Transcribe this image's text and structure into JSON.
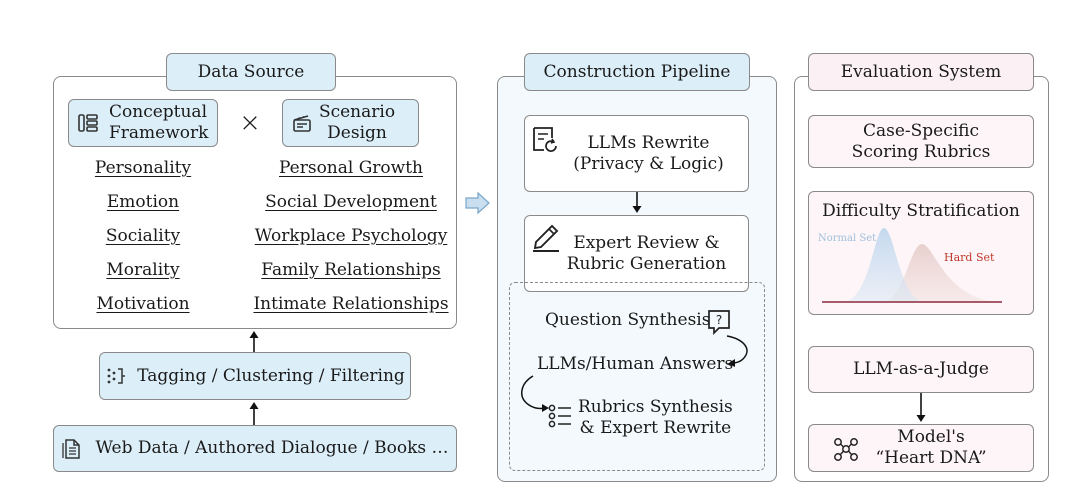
{
  "data_source": {
    "title": "Data Source",
    "conceptual_framework": "Conceptual Framework",
    "times_symbol": "×",
    "scenario_design": "Scenario Design",
    "left_items": [
      "Personality",
      "Emotion",
      "Sociality",
      "Morality",
      "Motivation"
    ],
    "right_items": [
      "Personal Growth",
      "Social Development",
      "Workplace Psychology",
      "Family Relationships",
      "Intimate Relationships"
    ]
  },
  "tagging": "Tagging / Clustering / Filtering",
  "web_data": "Web Data / Authored Dialogue / Books …",
  "pipeline": {
    "title": "Construction Pipeline",
    "rewrite_line1": "LLMs Rewrite",
    "rewrite_line2": "(Privacy & Logic)",
    "review_line1": "Expert Review &",
    "review_line2": "Rubric Generation",
    "question_synthesis": "Question Synthesis",
    "answers": "LLMs/Human Answers",
    "rubrics_line1": "Rubrics Synthesis",
    "rubrics_line2": "& Expert Rewrite"
  },
  "evaluation": {
    "title": "Evaluation System",
    "rubrics_line1": "Case-Specific",
    "rubrics_line2": "Scoring Rubrics",
    "difficulty_title": "Difficulty Stratification",
    "normal_set": "Normal Set",
    "hard_set": "Hard Set",
    "judge": "LLM-as-a-Judge",
    "dna_line1": "Model's",
    "dna_line2": "“Heart DNA”"
  },
  "colors": {
    "blue_fill": "#dceef8",
    "panel_blue": "#f3f9fc",
    "pink_fill": "#fbf0f3",
    "normal_curve": "#bcd6ee",
    "hard_curve": "#e3c4c4",
    "hard_label": "#c0392b",
    "normal_label": "#9fbfdd"
  },
  "icons": [
    "list-tree-icon",
    "clapperboard-icon",
    "sparkle-nodes-icon",
    "document-icon",
    "refresh-doc-icon",
    "pen-icon",
    "question-bubble-icon",
    "checklist-icon",
    "molecule-icon",
    "right-arrow-icon"
  ]
}
